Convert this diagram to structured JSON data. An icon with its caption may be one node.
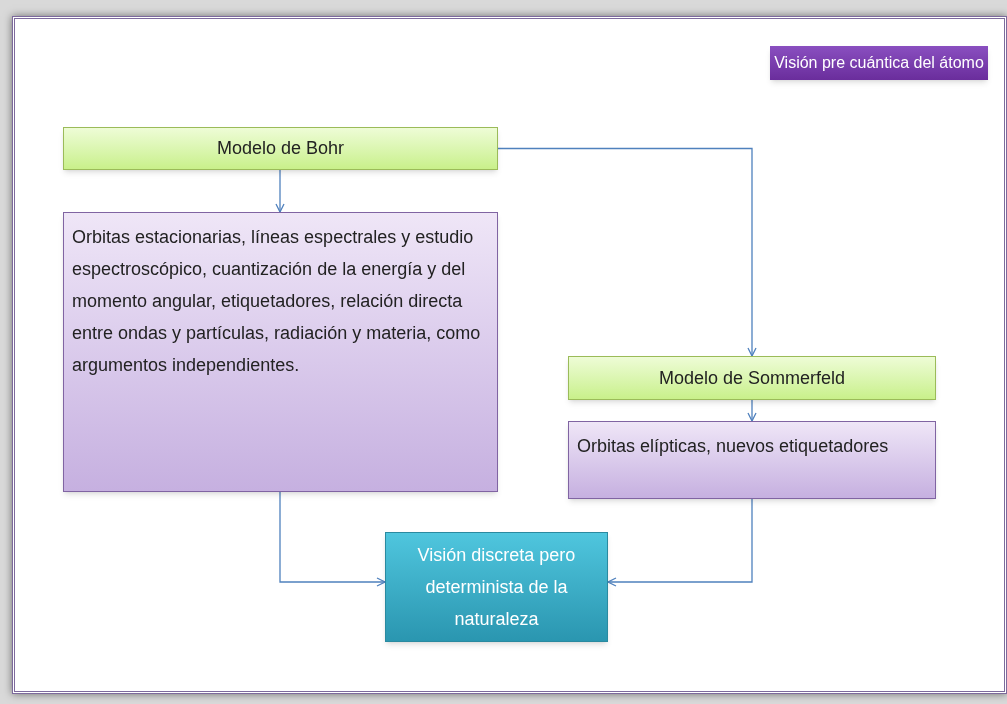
{
  "diagram": {
    "nodes": [
      {
        "text": [
          "Visión pre cuántica del átomo"
        ]
      },
      {
        "text": [
          "Modelo de Bohr"
        ]
      },
      {
        "text": [
          "Orbitas estacionarias,  líneas espectrales y estudio espectroscópico, cuantización de la energía y del momento angular, etiquetadores, relación directa entre ondas y partículas, radiación y materia, como argumentos independientes."
        ]
      },
      {
        "text": [
          "Modelo de Sommerfeld"
        ]
      },
      {
        "text": [
          "Orbitas elípticas, nuevos etiquetadores"
        ]
      },
      {
        "text": [
          "Visión discreta pero determinista de la naturaleza"
        ]
      }
    ],
    "edges": [
      {
        "from": 1,
        "to": 2,
        "arrow": "to"
      },
      {
        "from": 1,
        "to": 3,
        "arrow": "to"
      },
      {
        "from": 3,
        "to": 4,
        "arrow": "to"
      },
      {
        "from": 2,
        "to": 5,
        "arrow": "to"
      },
      {
        "from": 4,
        "to": 5,
        "arrow": "to"
      }
    ]
  }
}
